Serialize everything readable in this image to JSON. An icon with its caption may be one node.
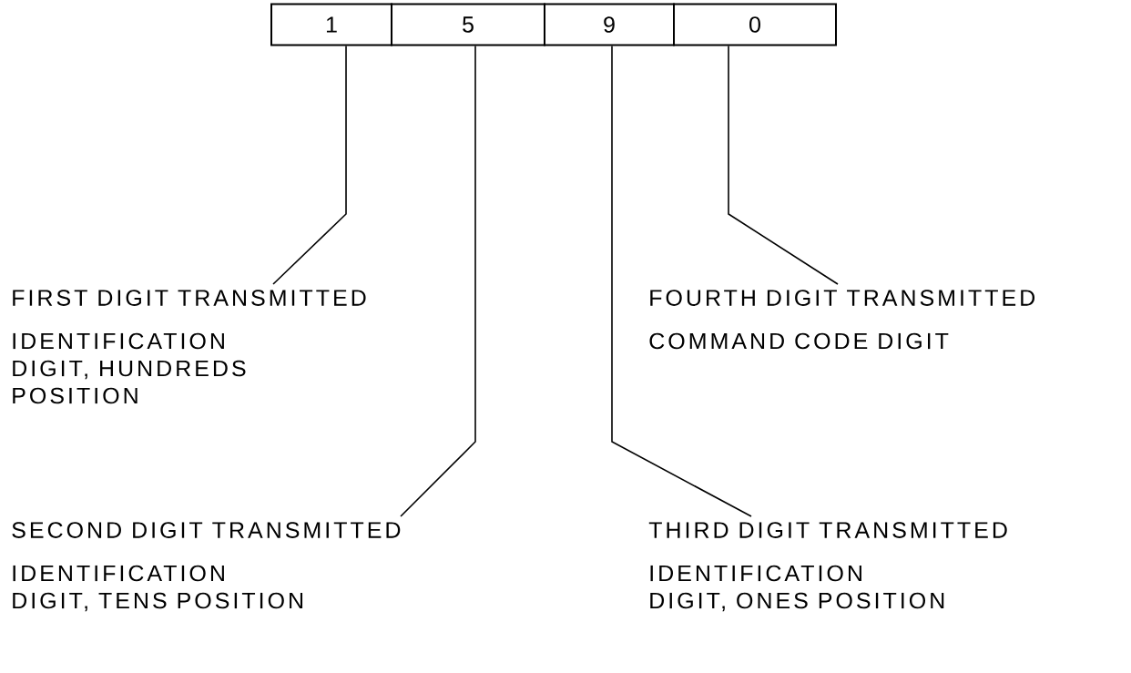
{
  "diagram": {
    "nodes": [
      {
        "text": [
          "1"
        ]
      },
      {
        "text": [
          "5"
        ]
      },
      {
        "text": [
          "9"
        ]
      },
      {
        "text": [
          "0"
        ]
      },
      {
        "text": [
          "FIRST DIGIT TRANSMITTED",
          "IDENTIFICATION DIGIT, HUNDREDS POSITION"
        ]
      },
      {
        "text": [
          "FOURTH DIGIT TRANSMITTED",
          "COMMAND CODE DIGIT"
        ]
      },
      {
        "text": [
          "SECOND DIGIT TRANSMITTED",
          "IDENTIFICATION DIGIT, TENS POSITION"
        ]
      },
      {
        "text": [
          "THIRD DIGIT TRANSMITTED",
          "IDENTIFICATION DIGIT, ONES POSITION"
        ]
      }
    ],
    "edges": [
      {
        "from": 4,
        "to": 0,
        "arrow": "none"
      },
      {
        "from": 5,
        "to": 3,
        "arrow": "none"
      },
      {
        "from": 6,
        "to": 1,
        "arrow": "none"
      },
      {
        "from": 7,
        "to": 2,
        "arrow": "none"
      }
    ]
  }
}
